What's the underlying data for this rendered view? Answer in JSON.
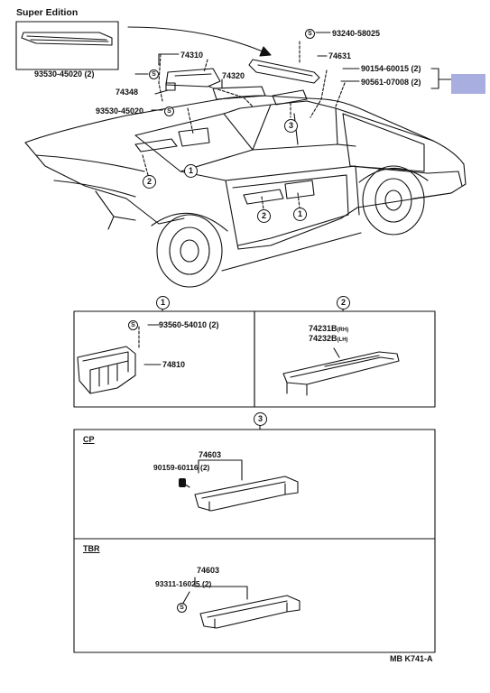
{
  "top": {
    "super_edition_title": "Super Edition",
    "part_93240": "93240-58025",
    "part_74631": "74631",
    "part_90154": "90154-60015 (2)",
    "part_90561": "90561-07008 (2)",
    "part_74310": "74310",
    "part_93530_2": "93530-45020 (2)",
    "part_74320": "74320",
    "part_74348": "74348",
    "part_93530": "93530-45020",
    "screw_icon_letter": "S"
  },
  "callouts": {
    "one": "1",
    "two": "2",
    "three": "3"
  },
  "panel1": {
    "header": "1",
    "screw": "93560-54010 (2)",
    "part": "74810"
  },
  "panel2": {
    "header": "2",
    "part_rh": "74231B",
    "part_rh_tag": "(RH)",
    "part_lh": "74232B",
    "part_lh_tag": "(LH)"
  },
  "panel3": {
    "header": "3",
    "cp_label": "CP",
    "cp_part": "74603",
    "cp_screw": "90159-60116 (2)",
    "tbr_label": "TBR",
    "tbr_part": "74603",
    "tbr_screw": "93311-16025 (2)"
  },
  "footer": {
    "ref": "MB  K741-A"
  },
  "colors": {
    "highlight": "#a9aee0",
    "ink": "#111111"
  }
}
